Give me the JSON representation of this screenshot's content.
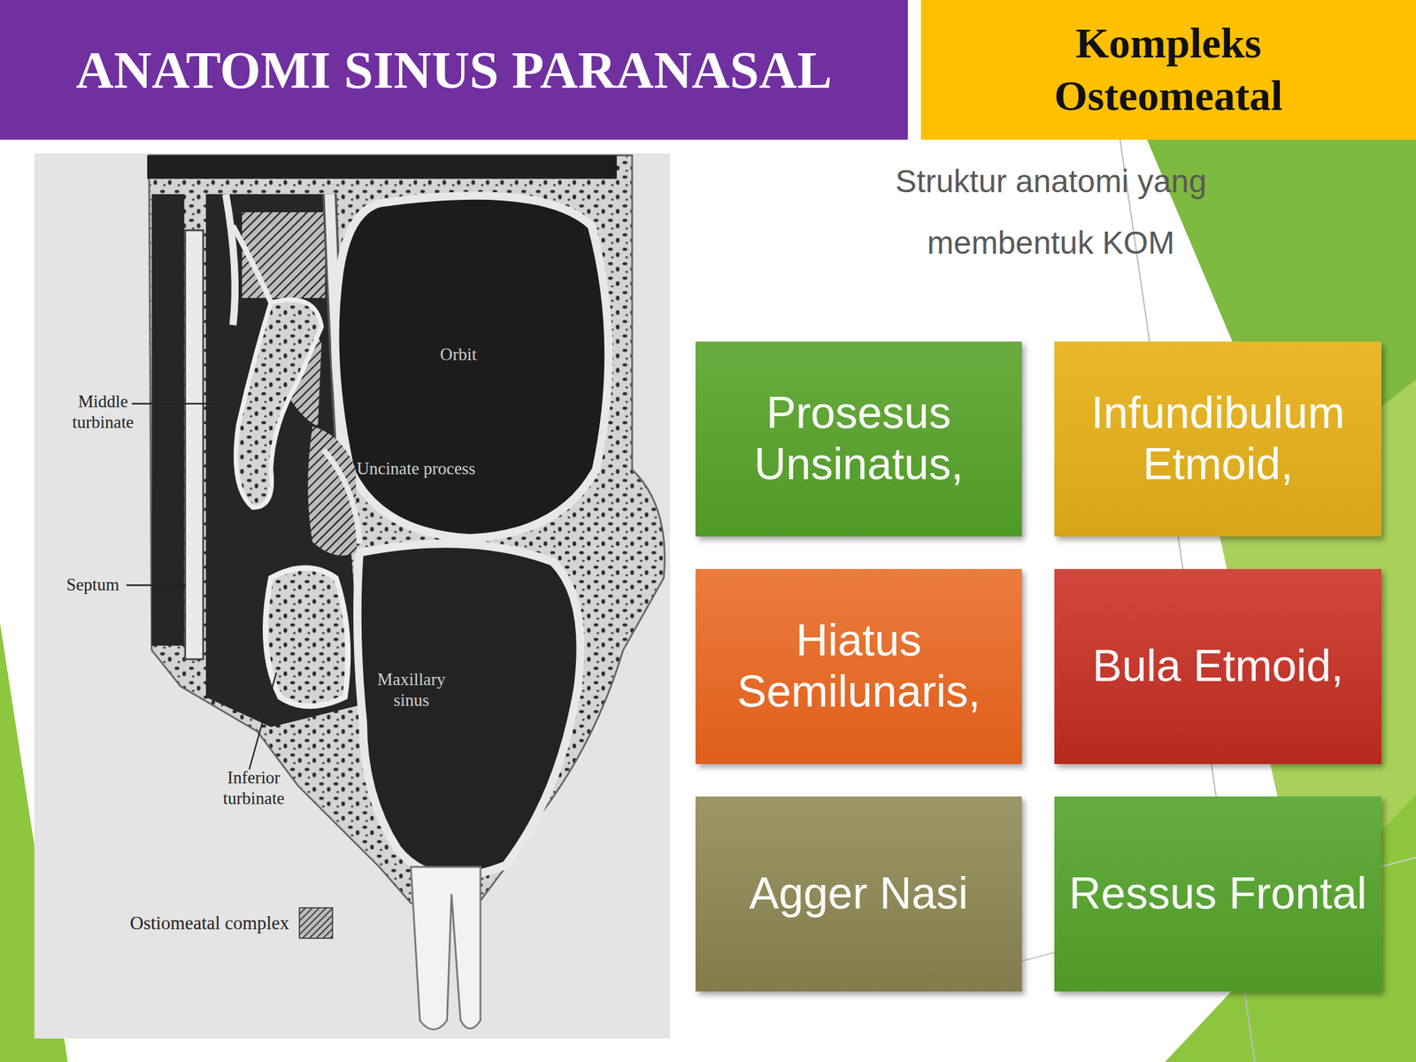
{
  "diagram": {
    "title": "ANATOMI SINUS PARANASAL",
    "nodes": [
      {
        "text": [
          "Kompleks Osteomeatal"
        ]
      },
      {
        "text": [
          "Prosesus Unsinatus,"
        ]
      },
      {
        "text": [
          "Infundibulum Etmoid,"
        ]
      },
      {
        "text": [
          "Hiatus Semilunaris,"
        ]
      },
      {
        "text": [
          "Bula Etmoid,"
        ]
      },
      {
        "text": [
          "Agger Nasi"
        ]
      },
      {
        "text": [
          "Ressus Frontal"
        ]
      }
    ],
    "labels": [
      "Struktur anatomi yang membentuk KOM",
      "Orbit",
      "Middle turbinate",
      "Uncinate process",
      "Septum",
      "Maxillary sinus",
      "Inferior turbinate"
    ],
    "legend": [
      {
        "text": "Ostiomeatal complex"
      }
    ]
  }
}
